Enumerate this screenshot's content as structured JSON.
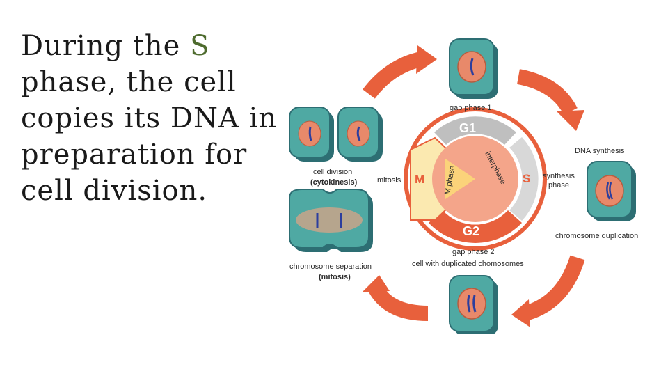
{
  "slide": {
    "text_before": "During the ",
    "highlight": "S",
    "text_after": " phase, the cell copies its DNA in preparation for cell division.",
    "highlight_color": "#4e6b2e"
  },
  "diagram": {
    "center_label": "interphase",
    "m_phase_label": "M phase",
    "g1": "G1",
    "g2": "G2",
    "s": "S",
    "m": "M",
    "gap_phase_1": "gap phase 1",
    "gap_phase_2": "gap phase 2",
    "dna_synthesis": "DNA synthesis",
    "synthesis_phase_1": "synthesis",
    "synthesis_phase_2": "phase",
    "chromosome_duplication": "chromosome duplication",
    "cell_with_duplicated": "cell with duplicated chomosomes",
    "chromosome_separation": "chromosome separation",
    "mitosis_paren": "(mitosis)",
    "cell_division": "cell division",
    "cytokinesis": "(cytokinesis)",
    "mitosis": "mitosis",
    "colors": {
      "arrow": "#e8603c",
      "cell_teal": "#4fa9a3",
      "cell_dark": "#2d6e73",
      "nucleus": "#e8896a",
      "chromosome": "#2c3e9e",
      "g_gray": "#bfbfbf",
      "m_cream": "#fbe9b0",
      "center": "#f4a58a"
    }
  }
}
